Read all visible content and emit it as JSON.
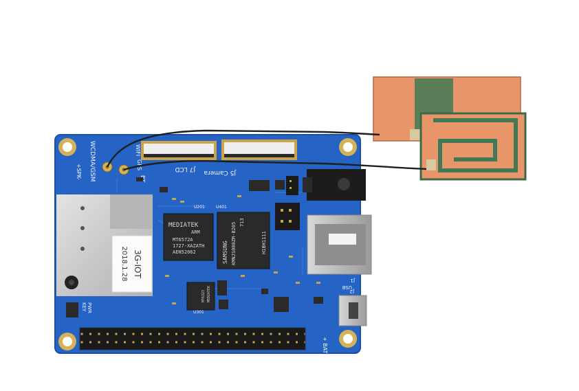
{
  "board": {
    "pcb_color": "#2563c4",
    "labels": {
      "wcdma": "WCDMA/GSM",
      "spk": "+SPK-",
      "gps": "GPS",
      "bt": "BT",
      "wifi": "WIFI",
      "lcd": "J7 LCD",
      "camera": "J5 Camera",
      "u401": "U401",
      "u201": "U201",
      "u301": "U301",
      "key": "KEY",
      "pwr": "PWR",
      "usb": "USB",
      "j2": "J2",
      "j1": "J1",
      "bat": "+ BAT -"
    },
    "chips": {
      "mediatek": {
        "line1": "MEDIATEK",
        "line2": "ARM",
        "line3": "MT6572A",
        "line4": "1727-XAZATH",
        "line5": "AEN52062"
      },
      "samsung": {
        "line1": "SAMSUNG",
        "line2": "KMNJS000ZM-B205",
        "line3": "713",
        "line4": "H1BH1111"
      },
      "pmic": {
        "line1": "MEDIATEK",
        "line2": "MT6323"
      }
    },
    "sticker": {
      "line1": "3G-IOT",
      "line2": "2018.1.28"
    }
  },
  "antenna": {
    "element_color": "#e8956a",
    "cable_color": "#1f1f1f"
  }
}
